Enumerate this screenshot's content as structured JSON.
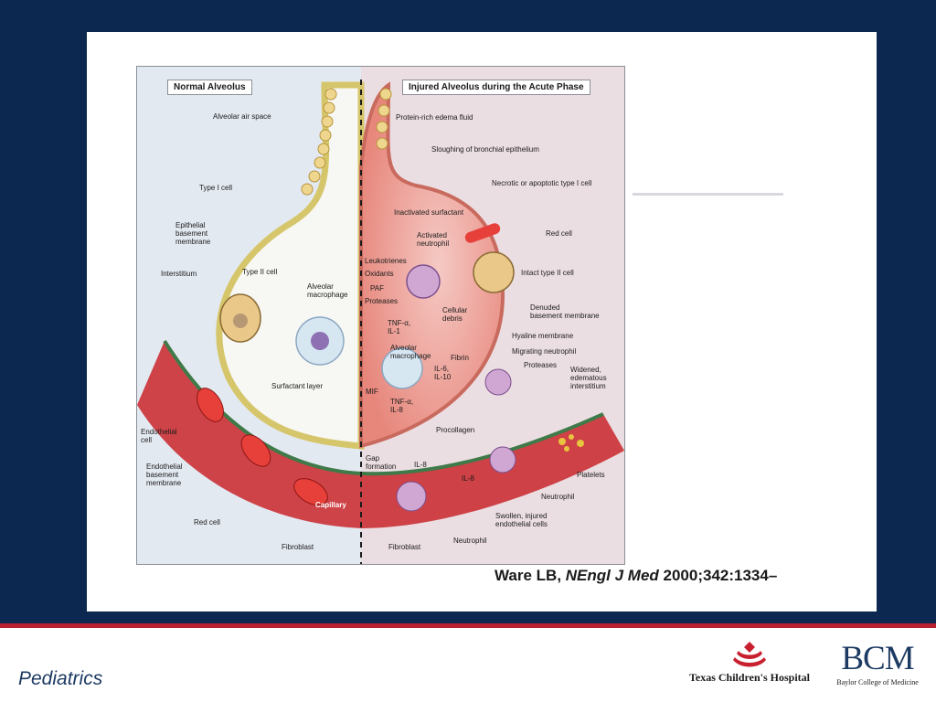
{
  "figure": {
    "left_title": "Normal Alveolus",
    "right_title": "Injured Alveolus during the Acute Phase",
    "labels": {
      "alveolar_air_space": "Alveolar air space",
      "type_i_cell": "Type I cell",
      "epithelial_basement_membrane": "Epithelial\nbasement\nmembrane",
      "interstitium": "Interstitium",
      "type_ii_cell": "Type II cell",
      "alveolar_macrophage": "Alveolar\nmacrophage",
      "surfactant_layer": "Surfactant layer",
      "endothelial_cell": "Endothelial\ncell",
      "endothelial_basement_membrane": "Endothelial\nbasement\nmembrane",
      "red_cell_left": "Red cell",
      "capillary": "Capillary",
      "fibroblast_left": "Fibroblast",
      "protein_rich_edema_fluid": "Protein-rich edema fluid",
      "sloughing_bronchial_epithelium": "Sloughing of bronchial epithelium",
      "necrotic_type_i_cell": "Necrotic or apoptotic type I cell",
      "inactivated_surfactant": "Inactivated surfactant",
      "activated_neutrophil": "Activated\nneutrophil",
      "red_cell_right": "Red cell",
      "leukotrienes": "Leukotrienes",
      "oxidants": "Oxidants",
      "paf": "PAF",
      "proteases_left": "Proteases",
      "intact_type_ii_cell": "Intact type II cell",
      "cellular_debris": "Cellular\ndebris",
      "denuded_basement_membrane": "Denuded\nbasement membrane",
      "tnf_il1": "TNF-α,\nIL-1",
      "hyaline_membrane": "Hyaline membrane",
      "alveolar_macrophage_right": "Alveolar\nmacrophage",
      "fibrin": "Fibrin",
      "migrating_neutrophil": "Migrating neutrophil",
      "il6_il10": "IL-6,\nIL-10",
      "proteases_right": "Proteases",
      "widened_interstitium": "Widened,\nedematous\ninterstitium",
      "mif": "MIF",
      "tnf_il8": "TNF-α,\nIL-8",
      "procollagen": "Procollagen",
      "gap_formation": "Gap\nformation",
      "il8_a": "IL-8",
      "il8_b": "IL-8",
      "platelets": "Platelets",
      "neutrophil_a": "Neutrophil",
      "swollen_endothelial": "Swollen, injured\nendothelial cells",
      "fibroblast_right": "Fibroblast",
      "neutrophil_b": "Neutrophil"
    }
  },
  "citation": {
    "author": "Ware LB, ",
    "journal": "NEngl J Med",
    "ref": " 2000;342:1334–"
  },
  "footer": {
    "section": "Pediatrics",
    "tch_name": "Texas Children's Hospital",
    "bcm_mark": "BCM",
    "bcm_sub": "Baylor College of Medicine"
  },
  "colors": {
    "background": "#0d2850",
    "accent_line": "#b7202f",
    "footer_text": "#1d3a63"
  }
}
